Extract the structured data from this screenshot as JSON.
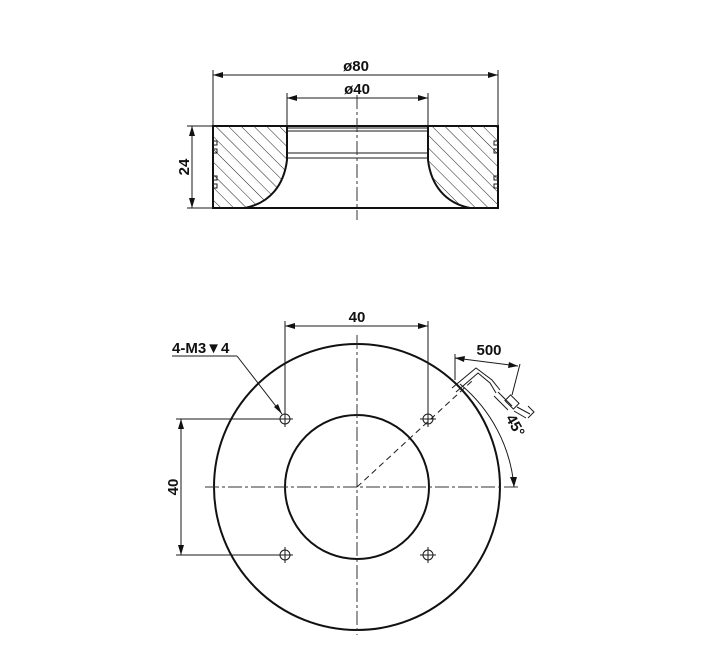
{
  "section_view": {
    "outer_diameter_label": "ø80",
    "inner_diameter_label": "ø40",
    "height_label": "24"
  },
  "plan_view": {
    "hole_spacing_top_label": "40",
    "hole_spacing_left_label": "40",
    "thread_label": "4-M3▼4",
    "cable_length_label": "500",
    "cable_angle_label": "45°"
  },
  "colors": {
    "line": "#111111",
    "background": "#ffffff"
  }
}
